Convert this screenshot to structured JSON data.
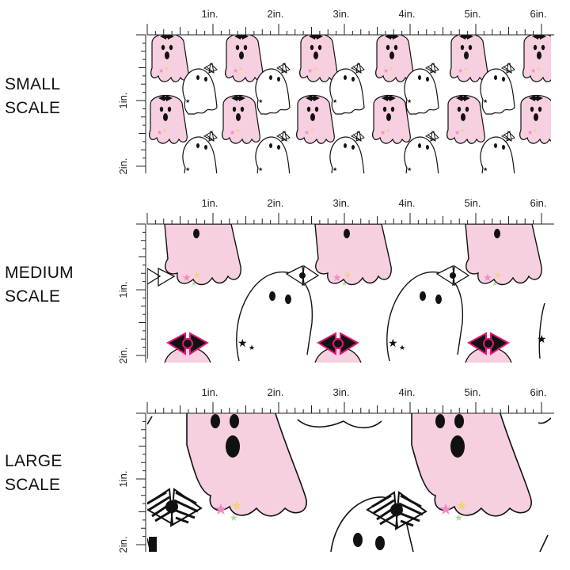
{
  "sections": [
    {
      "label_line1": "SMALL",
      "label_line2": "SCALE"
    },
    {
      "label_line1": "MEDIUM",
      "label_line2": "SCALE"
    },
    {
      "label_line1": "LARGE",
      "label_line2": "SCALE"
    }
  ],
  "ruler": {
    "top_marks": [
      "1in.",
      "2in.",
      "3in.",
      "4in.",
      "5in.",
      "6in."
    ],
    "side_marks": [
      "1in.",
      "2in."
    ]
  },
  "colors": {
    "ghost_pink": "#f6cfe0",
    "ghost_white": "#ffffff",
    "outline": "#111111",
    "bow_pink": "#e2187a",
    "star_pink": "#f28bbd",
    "star_yellow": "#f2d27a",
    "star_green": "#b9dc8f"
  }
}
